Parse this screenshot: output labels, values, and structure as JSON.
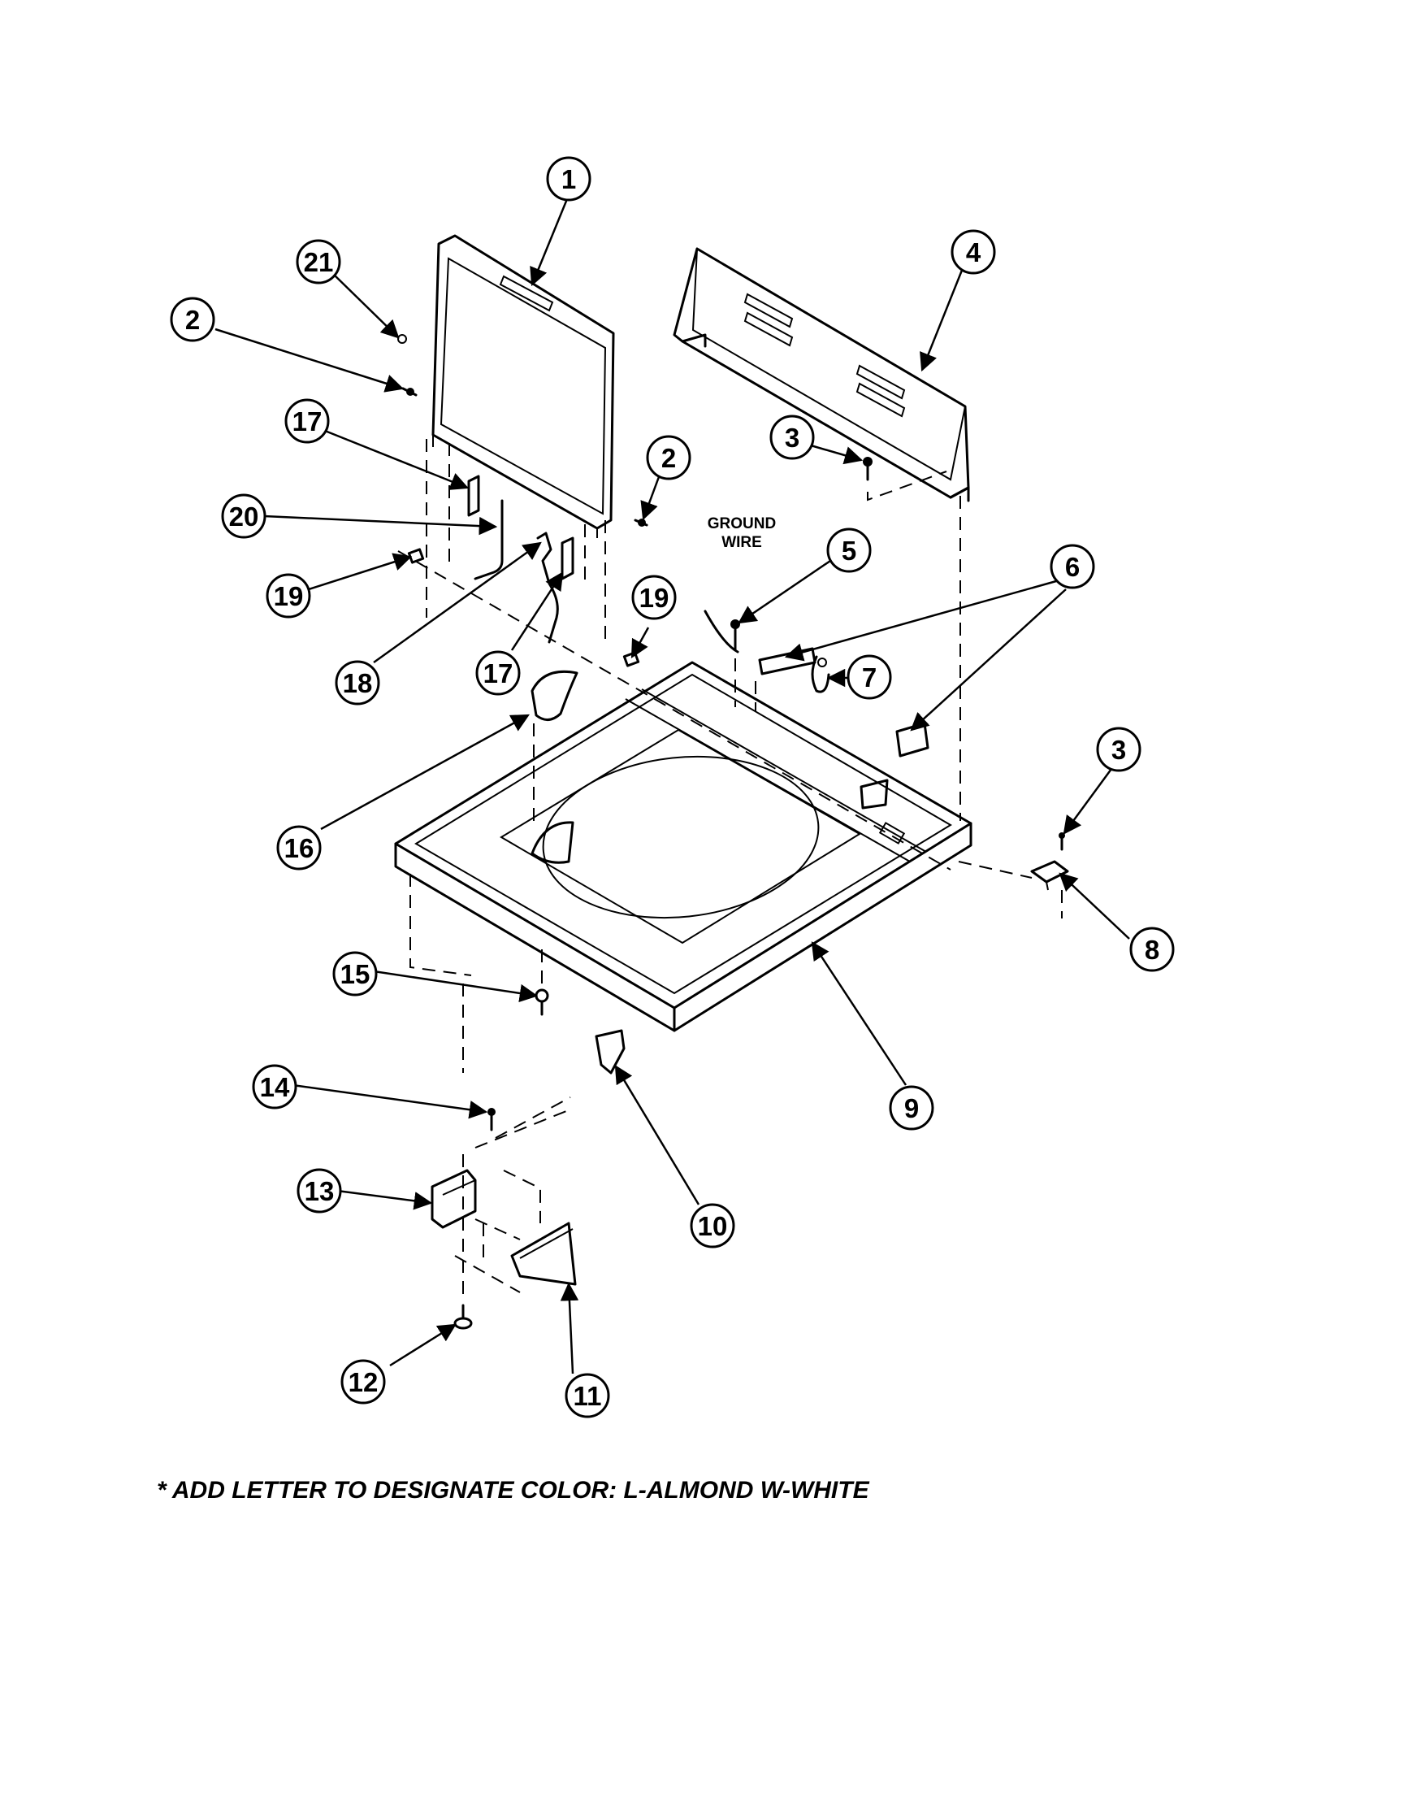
{
  "callouts": [
    "1",
    "2",
    "3",
    "4",
    "5",
    "6",
    "7",
    "8",
    "9",
    "10",
    "11",
    "12",
    "13",
    "14",
    "15",
    "16",
    "17",
    "18",
    "19",
    "20",
    "21"
  ],
  "labels": {
    "ground_wire_line1": "GROUND",
    "ground_wire_line2": "WIRE"
  },
  "note": "* ADD LETTER TO DESIGNATE COLOR: L-ALMOND  W-WHITE"
}
